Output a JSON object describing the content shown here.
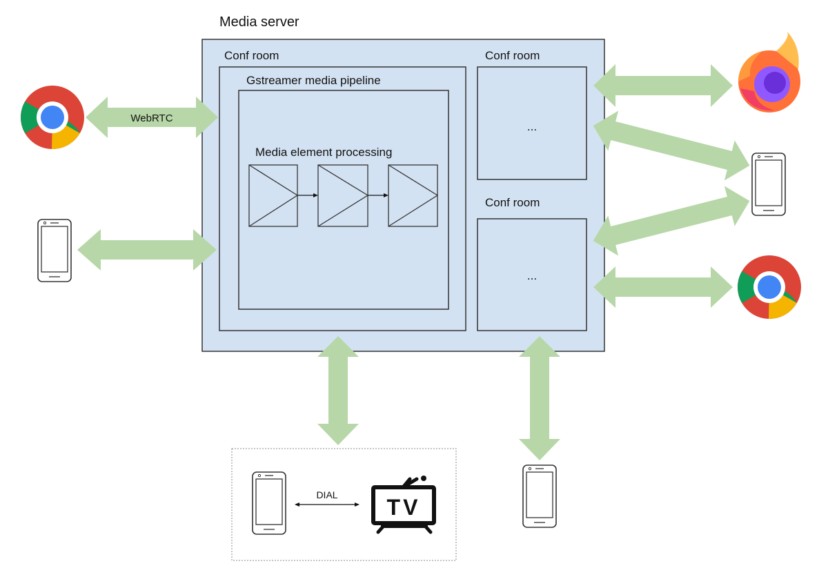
{
  "server": {
    "title": "Media server"
  },
  "rooms": [
    {
      "title": "Conf room"
    },
    {
      "title": "Conf room",
      "content": "..."
    },
    {
      "title": "Conf room",
      "content": "..."
    }
  ],
  "pipeline": {
    "title": "Gstreamer media pipeline",
    "processing": "Media element processing"
  },
  "links": {
    "webrtc": "WebRTC",
    "dial": "DIAL"
  },
  "tv": {
    "text": "TV"
  },
  "colors": {
    "server_fill": "#d3e2f2",
    "arrow": "#b7d7a8",
    "stroke": "#333333"
  },
  "icons": [
    "chrome-icon",
    "firefox-icon",
    "phone-icon",
    "tv-icon"
  ]
}
